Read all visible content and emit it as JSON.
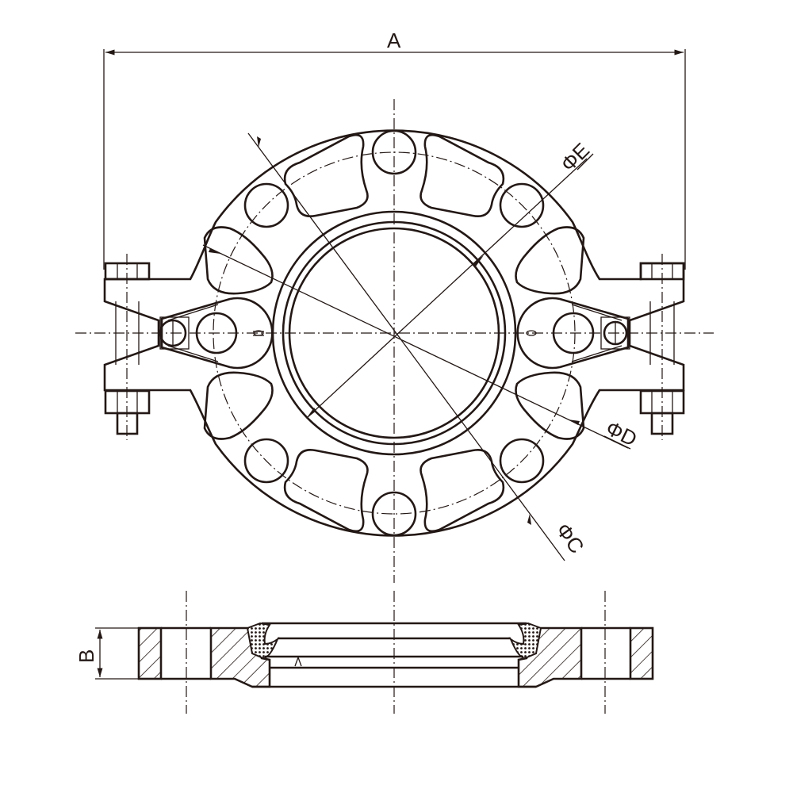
{
  "drawing": {
    "title": "Flexible flange adapter coupling – front view and section",
    "colors": {
      "line": "#231815",
      "background": "#ffffff"
    }
  },
  "dimensions": {
    "A": "A",
    "B": "B",
    "C": "ΦC",
    "D": "ΦD",
    "E": "ΦE"
  },
  "front_view": {
    "bolt_holes": 8,
    "slots": 10,
    "bolts": 2
  },
  "section_view": {
    "gasket_marker": "Λ"
  }
}
